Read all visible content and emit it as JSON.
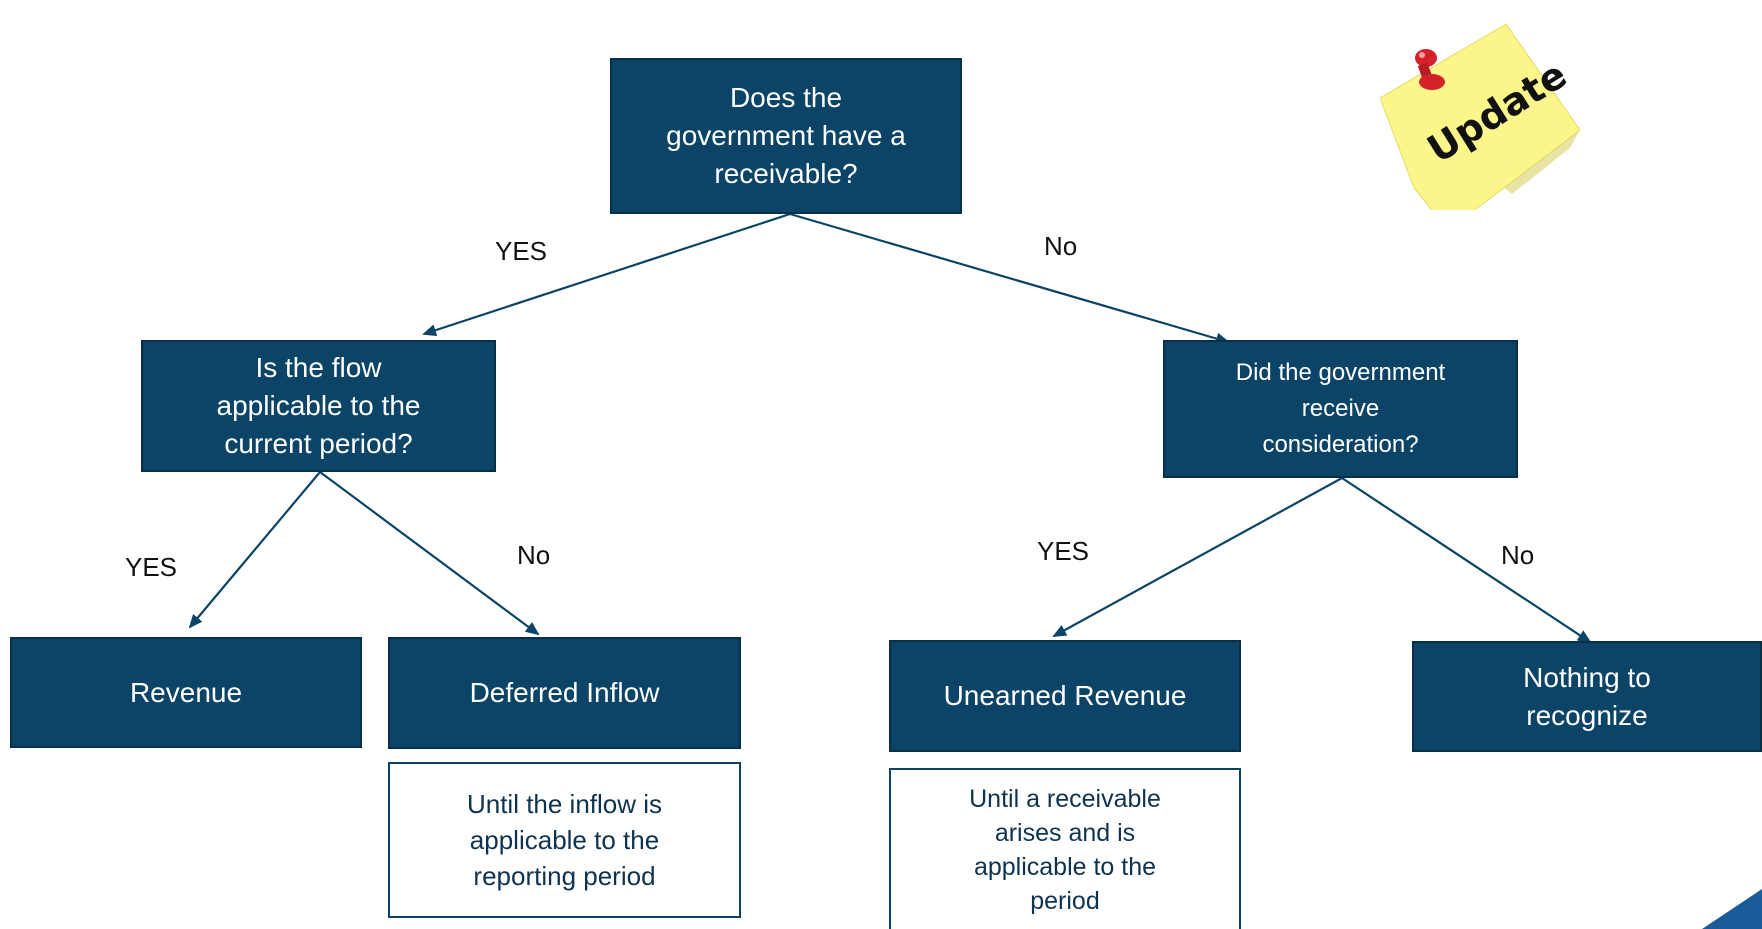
{
  "flowchart": {
    "root": {
      "text": "Does the\ngovernment have a\nreceivable?"
    },
    "left_question": {
      "text": "Is the flow\napplicable to the\ncurrent period?"
    },
    "right_question": {
      "text": "Did the government\nreceive\nconsideration?"
    },
    "outcomes": {
      "revenue": "Revenue",
      "deferred_inflow": "Deferred Inflow",
      "unearned_revenue": "Unearned Revenue",
      "nothing": "Nothing to\nrecognize"
    },
    "notes": {
      "deferred_inflow_note": "Until the inflow is\napplicable to the\nreporting period",
      "unearned_revenue_note": "Until a receivable\narises and is\napplicable to the\nperiod"
    },
    "edge_labels": {
      "root_yes": "YES",
      "root_no": "No",
      "left_yes": "YES",
      "left_no": "No",
      "right_yes": "YES",
      "right_no": "No"
    },
    "sticky_note": {
      "text": "Update"
    }
  },
  "colors": {
    "box_fill": "#0b4466",
    "box_border": "#072f48",
    "box_text": "#ffffff",
    "connector": "#0b4466",
    "note_border": "#0b4466",
    "sticky_fill": "#fbf58a",
    "pin": "#d4222b"
  }
}
